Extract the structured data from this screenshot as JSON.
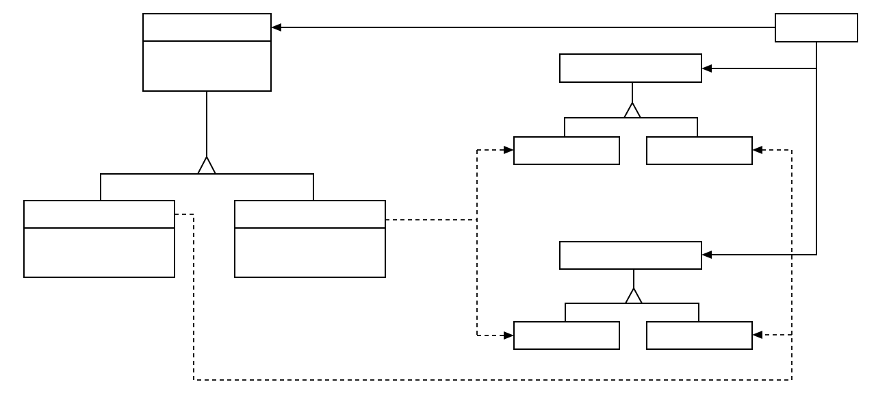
{
  "diagram": {
    "kind": "class-structure",
    "colors": {
      "background": "#ffffff",
      "stroke": "#000000"
    },
    "classes": [
      {
        "id": "abstract-a",
        "label": "",
        "compartments": 2
      },
      {
        "id": "concrete-a1",
        "label": "",
        "compartments": 2
      },
      {
        "id": "concrete-a2",
        "label": "",
        "compartments": 2
      },
      {
        "id": "client",
        "label": "",
        "compartments": 1
      },
      {
        "id": "abstract-b",
        "label": "",
        "compartments": 1
      },
      {
        "id": "concrete-b1",
        "label": "",
        "compartments": 1
      },
      {
        "id": "concrete-b2",
        "label": "",
        "compartments": 1
      },
      {
        "id": "abstract-c",
        "label": "",
        "compartments": 1
      },
      {
        "id": "concrete-c1",
        "label": "",
        "compartments": 1
      },
      {
        "id": "concrete-c2",
        "label": "",
        "compartments": 1
      }
    ],
    "relations": [
      {
        "from": "client",
        "to": "abstract-a",
        "type": "association",
        "line": "solid"
      },
      {
        "from": "client",
        "to": "abstract-b",
        "type": "association",
        "line": "solid"
      },
      {
        "from": "client",
        "to": "abstract-c",
        "type": "association",
        "line": "solid"
      },
      {
        "from": "concrete-a1",
        "to": "abstract-a",
        "type": "inheritance",
        "line": "solid"
      },
      {
        "from": "concrete-a2",
        "to": "abstract-a",
        "type": "inheritance",
        "line": "solid"
      },
      {
        "from": "concrete-b1",
        "to": "abstract-b",
        "type": "inheritance",
        "line": "solid"
      },
      {
        "from": "concrete-b2",
        "to": "abstract-b",
        "type": "inheritance",
        "line": "solid"
      },
      {
        "from": "concrete-c1",
        "to": "abstract-c",
        "type": "inheritance",
        "line": "solid"
      },
      {
        "from": "concrete-c2",
        "to": "abstract-c",
        "type": "inheritance",
        "line": "solid"
      },
      {
        "from": "concrete-a2",
        "to": "concrete-b1",
        "type": "creates",
        "line": "dashed"
      },
      {
        "from": "concrete-a2",
        "to": "concrete-c1",
        "type": "creates",
        "line": "dashed"
      },
      {
        "from": "concrete-a1",
        "to": "concrete-b2",
        "type": "creates",
        "line": "dashed"
      },
      {
        "from": "concrete-a1",
        "to": "concrete-c2",
        "type": "creates",
        "line": "dashed"
      }
    ]
  }
}
